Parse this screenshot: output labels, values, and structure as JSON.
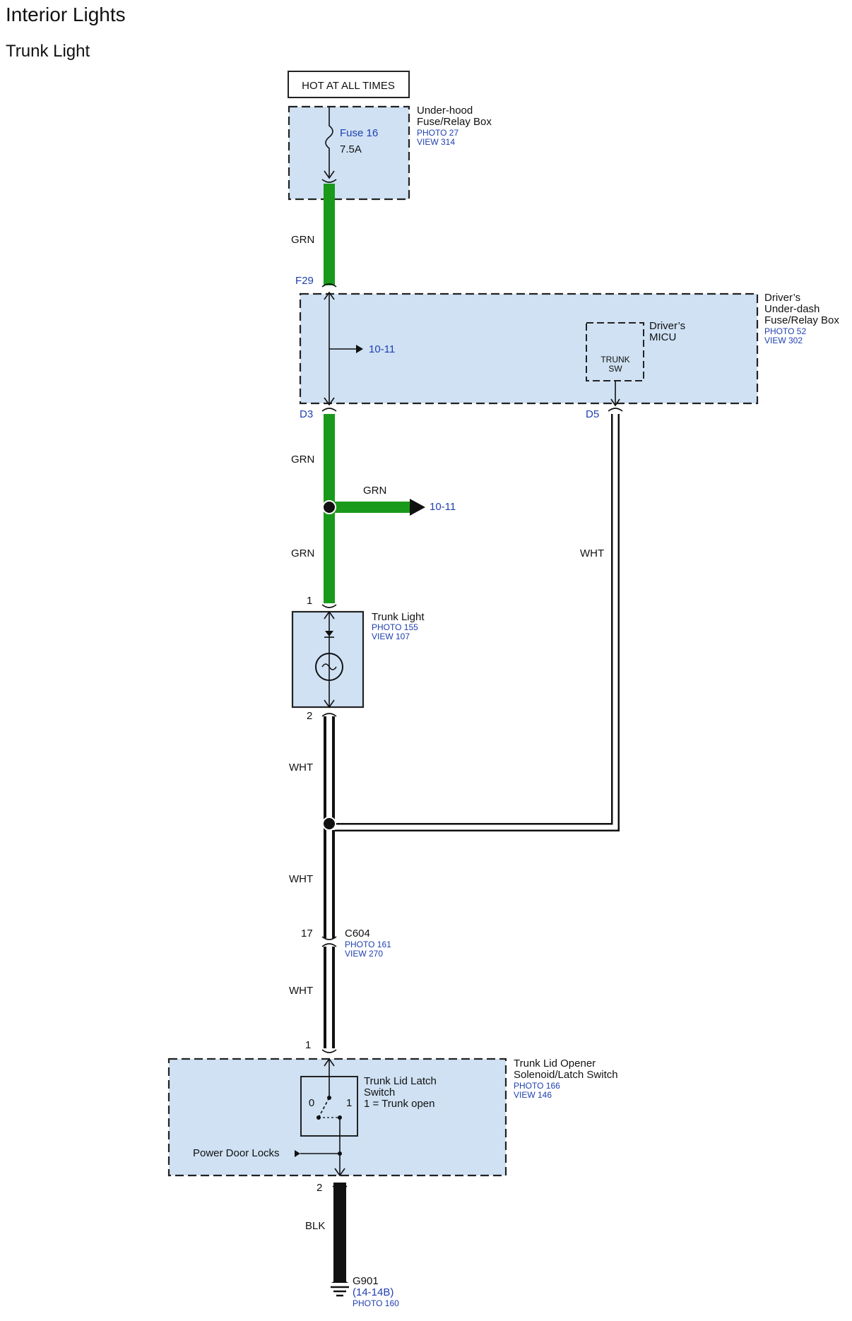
{
  "page": {
    "title": "Interior Lights",
    "subtitle": "Trunk Light"
  },
  "source": {
    "label": "HOT AT ALL TIMES"
  },
  "underhood_box": {
    "name_line1": "Under-hood",
    "name_line2": "Fuse/Relay Box",
    "photo": "PHOTO 27",
    "view": "VIEW 314",
    "fuse_name": "Fuse 16",
    "fuse_rating": "7.5A"
  },
  "driver_box": {
    "name_line1": "Driver’s",
    "name_line2": "Under-dash",
    "name_line3": "Fuse/Relay Box",
    "photo": "PHOTO 52",
    "view": "VIEW 302",
    "ref_out": "10-11",
    "micu_line1": "Driver’s",
    "micu_line2": "MICU",
    "trunk_sw_line1": "TRUNK",
    "trunk_sw_line2": "SW"
  },
  "connectors": {
    "f29": "F29",
    "d3": "D3",
    "d5": "D5",
    "light_pin1": "1",
    "light_pin2": "2",
    "c604_pin": "17",
    "c604_name": "C604",
    "c604_photo": "PHOTO 161",
    "c604_view": "VIEW 270",
    "solenoid_pin1": "1",
    "solenoid_pin2": "2"
  },
  "wires": {
    "grn_1": "GRN",
    "grn_2": "GRN",
    "grn_branch": "GRN",
    "grn_3": "GRN",
    "wht_right": "WHT",
    "wht_1": "WHT",
    "wht_2": "WHT",
    "wht_3": "WHT",
    "blk": "BLK"
  },
  "branch_ref": "10-11",
  "trunk_light": {
    "name": "Trunk Light",
    "photo": "PHOTO 155",
    "view": "VIEW 107"
  },
  "solenoid": {
    "name_line1": "Trunk Lid Opener",
    "name_line2": "Solenoid/Latch Switch",
    "photo": "PHOTO 166",
    "view": "VIEW 146",
    "switch_line1": "Trunk Lid Latch",
    "switch_line2": "Switch",
    "switch_line3": "1 = Trunk open",
    "pos0": "0",
    "pos1": "1",
    "pdl": "Power Door Locks"
  },
  "ground": {
    "name": "G901",
    "ref": "(14-14B)",
    "photo": "PHOTO 160"
  },
  "colors": {
    "grn": "#1a9a1a",
    "wht": "#ffffff",
    "blk": "#111111",
    "box_fill": "#cfe1f3",
    "ref_blue": "#1f3fb0"
  }
}
